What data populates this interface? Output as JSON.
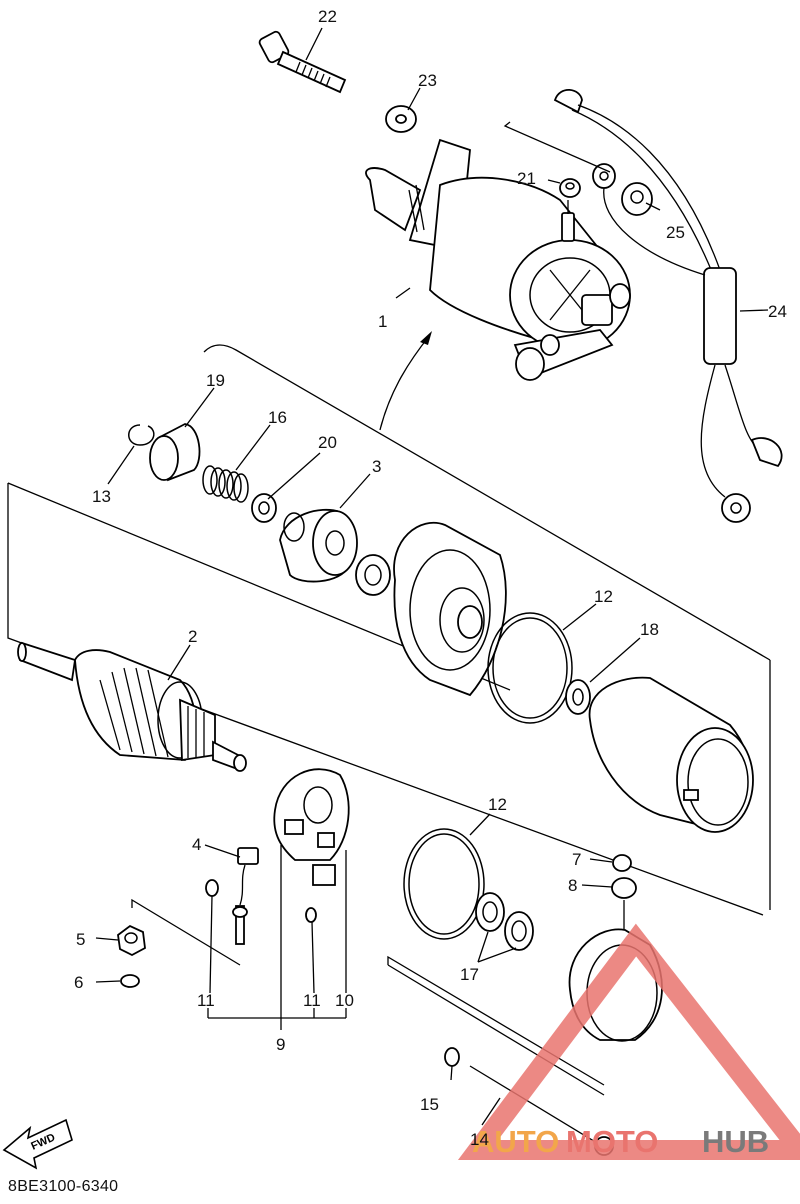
{
  "diagram": {
    "code": "8BE3100-6340",
    "fwd_label": "FWD",
    "watermark": {
      "auto": "AUTO",
      "moto": "MOTO",
      "hub": "HUB"
    },
    "callouts": {
      "c1": "1",
      "c2": "2",
      "c3": "3",
      "c4": "4",
      "c5": "5",
      "c6": "6",
      "c7": "7",
      "c8": "8",
      "c9": "9",
      "c10": "10",
      "c11a": "11",
      "c11b": "11",
      "c12a": "12",
      "c12b": "12",
      "c13": "13",
      "c14": "14",
      "c15": "15",
      "c16": "16",
      "c17": "17",
      "c18": "18",
      "c19": "19",
      "c20": "20",
      "c21": "21",
      "c22": "22",
      "c23": "23",
      "c24": "24",
      "c25": "25"
    }
  }
}
